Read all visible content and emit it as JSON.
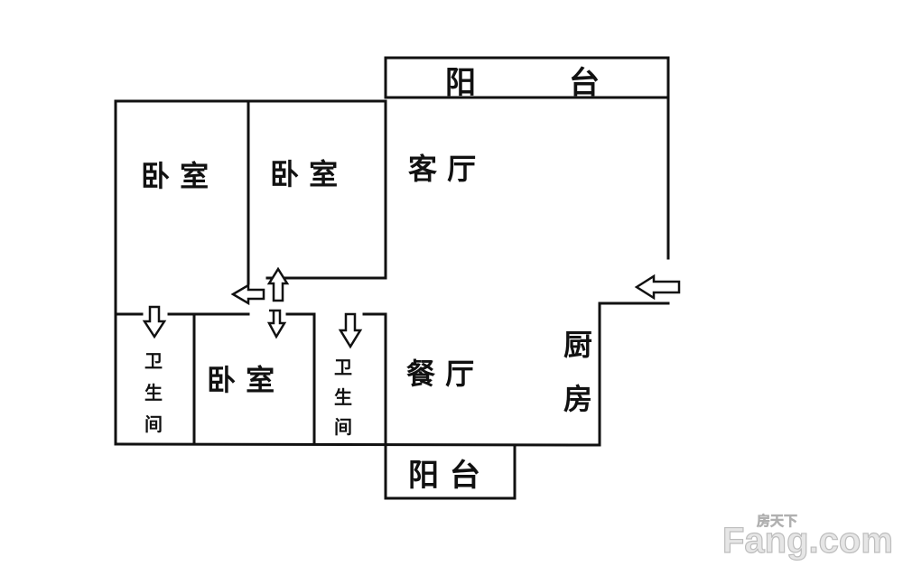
{
  "rooms": {
    "balcony_top": [
      "阳",
      "台"
    ],
    "bedroom_1": "卧 室",
    "bedroom_2": "卧 室",
    "bedroom_3": "卧 室",
    "living_room": "客 厅",
    "dining_room": "餐 厅",
    "kitchen": [
      "厨",
      "房"
    ],
    "bathroom_1": [
      "卫",
      "生",
      "间"
    ],
    "bathroom_2": [
      "卫",
      "生",
      "间"
    ],
    "balcony_bottom": "阳 台"
  },
  "watermark": {
    "brand": "Fang.com",
    "cn": "房天下"
  },
  "colors": {
    "walls": "#111111",
    "background": "#ffffff",
    "watermark": "#cccccc"
  }
}
